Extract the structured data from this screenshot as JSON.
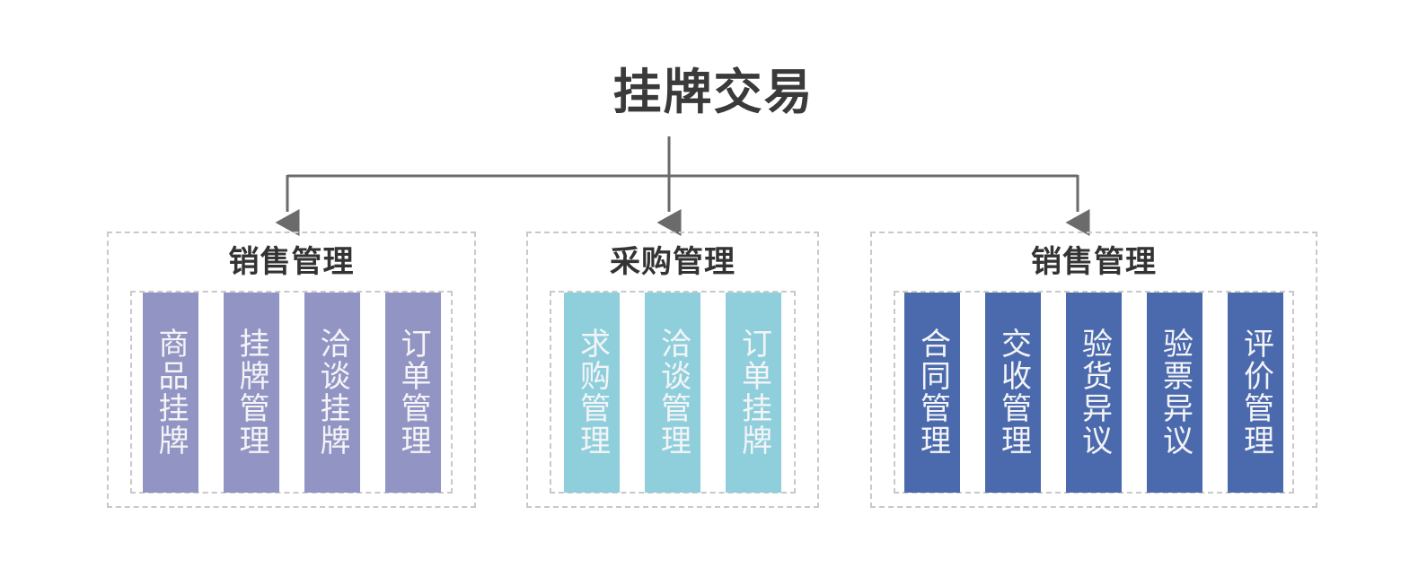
{
  "diagram": {
    "title": "挂牌交易",
    "title_color": "#3a3a3a",
    "connector_color": "#6b6b6b",
    "box_border_color": "#c9c9c9",
    "bar_text_color": "#f4f4f6",
    "groups": [
      {
        "title": "销售管理",
        "color": "#9294c4",
        "items": [
          {
            "label": "商品挂牌"
          },
          {
            "label": "挂牌管理"
          },
          {
            "label": "洽谈挂牌"
          },
          {
            "label": "订单管理"
          }
        ]
      },
      {
        "title": "采购管理",
        "color": "#8fcfdc",
        "items": [
          {
            "label": "求购管理"
          },
          {
            "label": "洽谈管理"
          },
          {
            "label": "订单挂牌"
          }
        ]
      },
      {
        "title": "销售管理",
        "color": "#4a6aad",
        "items": [
          {
            "label": "合同管理"
          },
          {
            "label": "交收管理"
          },
          {
            "label": "验货异议"
          },
          {
            "label": "验票异议"
          },
          {
            "label": "评价管理"
          }
        ]
      }
    ]
  }
}
